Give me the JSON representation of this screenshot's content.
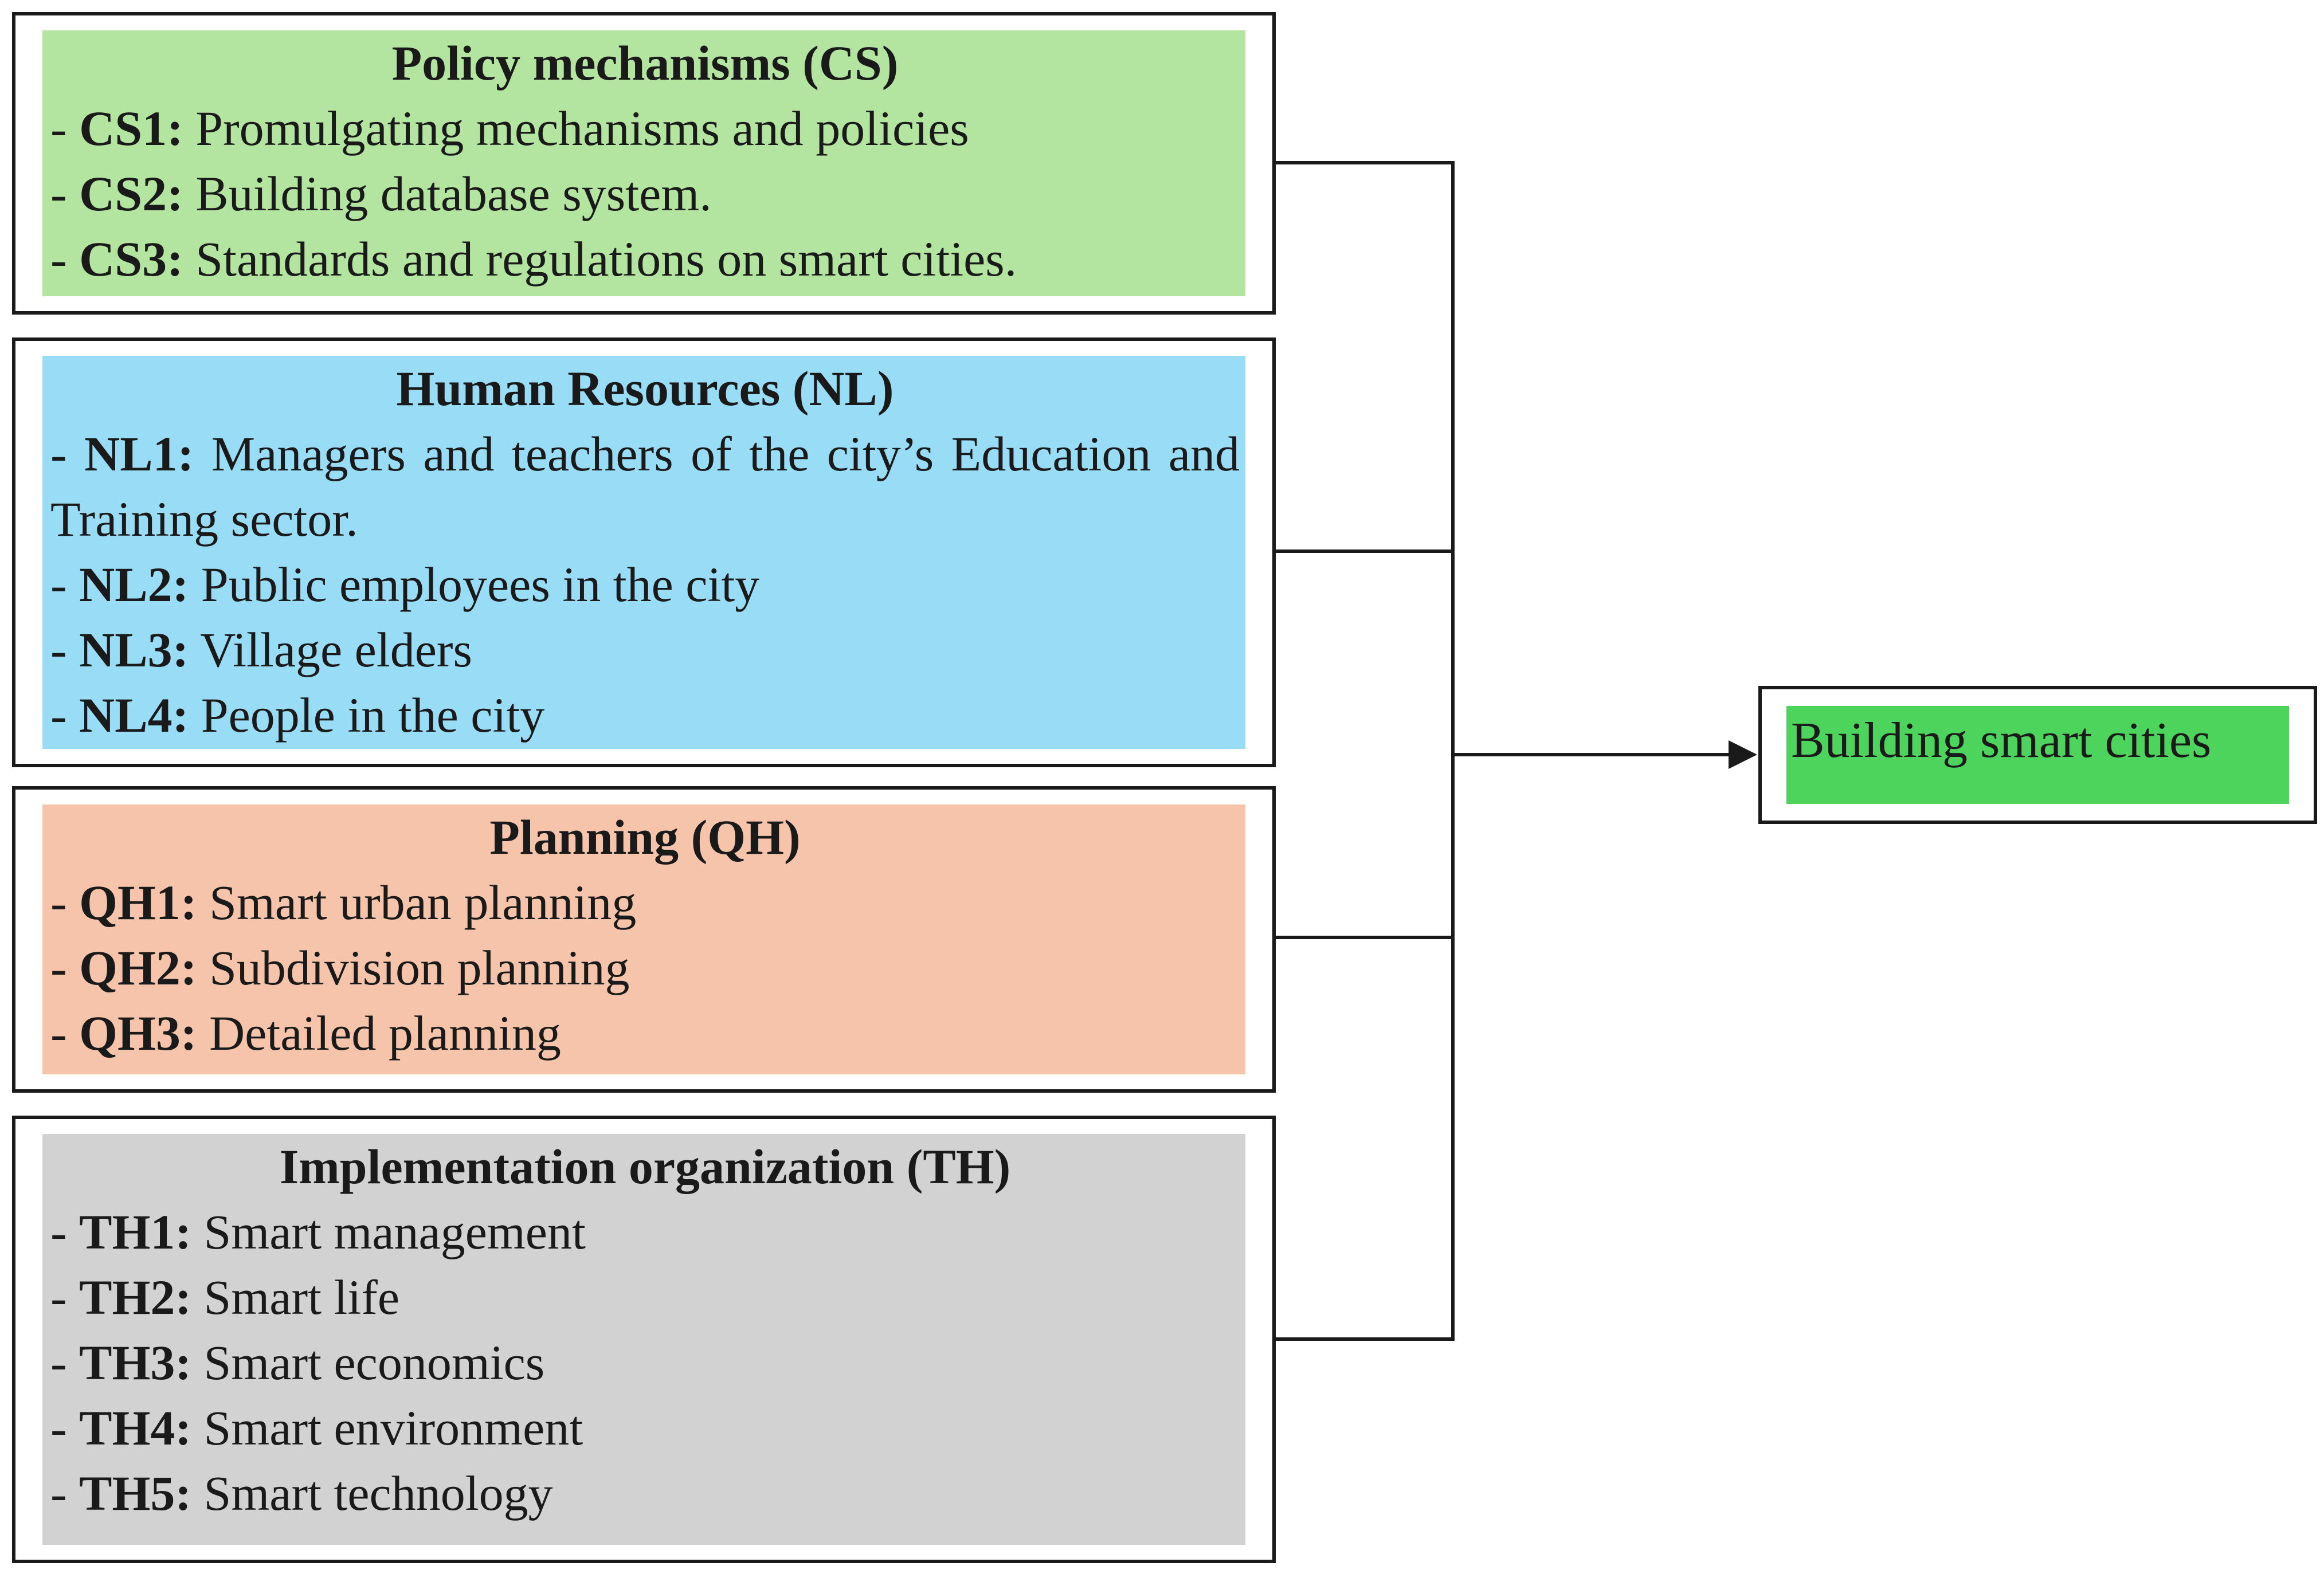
{
  "groups": [
    {
      "title": "Policy mechanisms (CS)",
      "fill": "#b3e5a0",
      "items": [
        {
          "prefix": "- ",
          "code": "CS1:",
          "text": " Promulgating mechanisms and policies"
        },
        {
          "prefix": "- ",
          "code": "CS2:",
          "text": " Building database system."
        },
        {
          "prefix": "- ",
          "code": "CS3:",
          "text": " Standards and regulations on smart cities."
        }
      ]
    },
    {
      "title": "Human Resources (NL)",
      "fill": "#99dcf6",
      "items": [
        {
          "prefix": "- ",
          "code": "NL1:",
          "text": " Managers and teachers of the city’s Education and Training sector."
        },
        {
          "prefix": "- ",
          "code": "NL2:",
          "text": " Public employees in the city"
        },
        {
          "prefix": "- ",
          "code": "NL3:",
          "text": " Village elders"
        },
        {
          "prefix": "- ",
          "code": "NL4:",
          "text": " People in the city"
        }
      ]
    },
    {
      "title": "Planning (QH)",
      "fill": "#f6c4aa",
      "items": [
        {
          "prefix": "- ",
          "code": "QH1:",
          "text": " Smart urban planning"
        },
        {
          "prefix": "- ",
          "code": "QH2:",
          "text": " Subdivision planning"
        },
        {
          "prefix": "- ",
          "code": "QH3:",
          "text": " Detailed planning"
        }
      ]
    },
    {
      "title": "Implementation organization (TH)",
      "fill": "#d2d2d2",
      "items": [
        {
          "prefix": "- ",
          "code": "TH1:",
          "text": " Smart management"
        },
        {
          "prefix": "- ",
          "code": "TH2:",
          "text": " Smart life"
        },
        {
          "prefix": "- ",
          "code": "TH3:",
          "text": " Smart economics"
        },
        {
          "prefix": "- ",
          "code": "TH4:",
          "text": " Smart environment"
        },
        {
          "prefix": "- ",
          "code": "TH5:",
          "text": " Smart technology"
        }
      ]
    }
  ],
  "target": {
    "label": "Building smart cities",
    "fill": "#4cd45c"
  },
  "colors": {
    "line": "#1a1a1a"
  }
}
